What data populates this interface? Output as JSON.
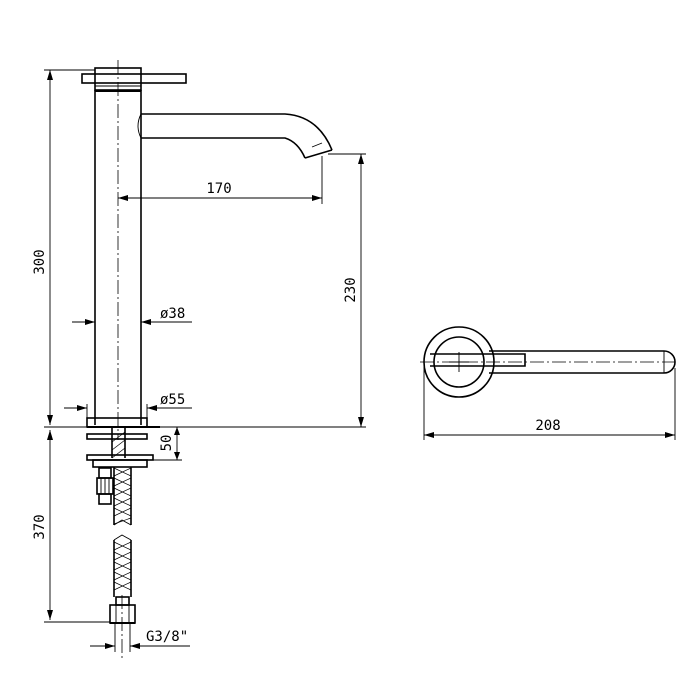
{
  "dimensions": {
    "spout_reach": "170",
    "total_height": "300",
    "spout_height": "230",
    "body_diameter": "ø38",
    "base_diameter": "ø55",
    "max_deck_thickness": "50",
    "hose_length": "370",
    "connection_thread": "G3/8\"",
    "top_view_length": "208"
  }
}
